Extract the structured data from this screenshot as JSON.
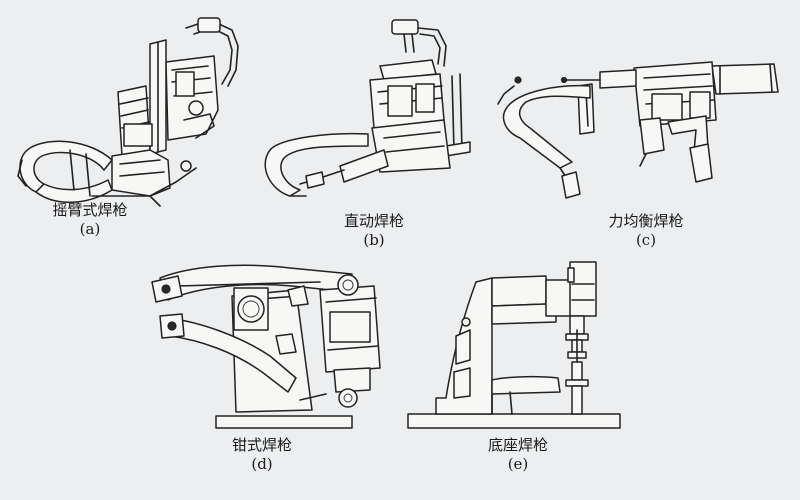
{
  "colors": {
    "background": "#eceef0",
    "ink": "#222222"
  },
  "figures": [
    {
      "id": "a",
      "title": "摇臂式焊枪",
      "label": "(a)"
    },
    {
      "id": "b",
      "title": "直动焊枪",
      "label": "(b)"
    },
    {
      "id": "c",
      "title": "力均衡焊枪",
      "label": "(c)"
    },
    {
      "id": "d",
      "title": "钳式焊枪",
      "label": "(d)"
    },
    {
      "id": "e",
      "title": "底座焊枪",
      "label": "(e)"
    }
  ]
}
